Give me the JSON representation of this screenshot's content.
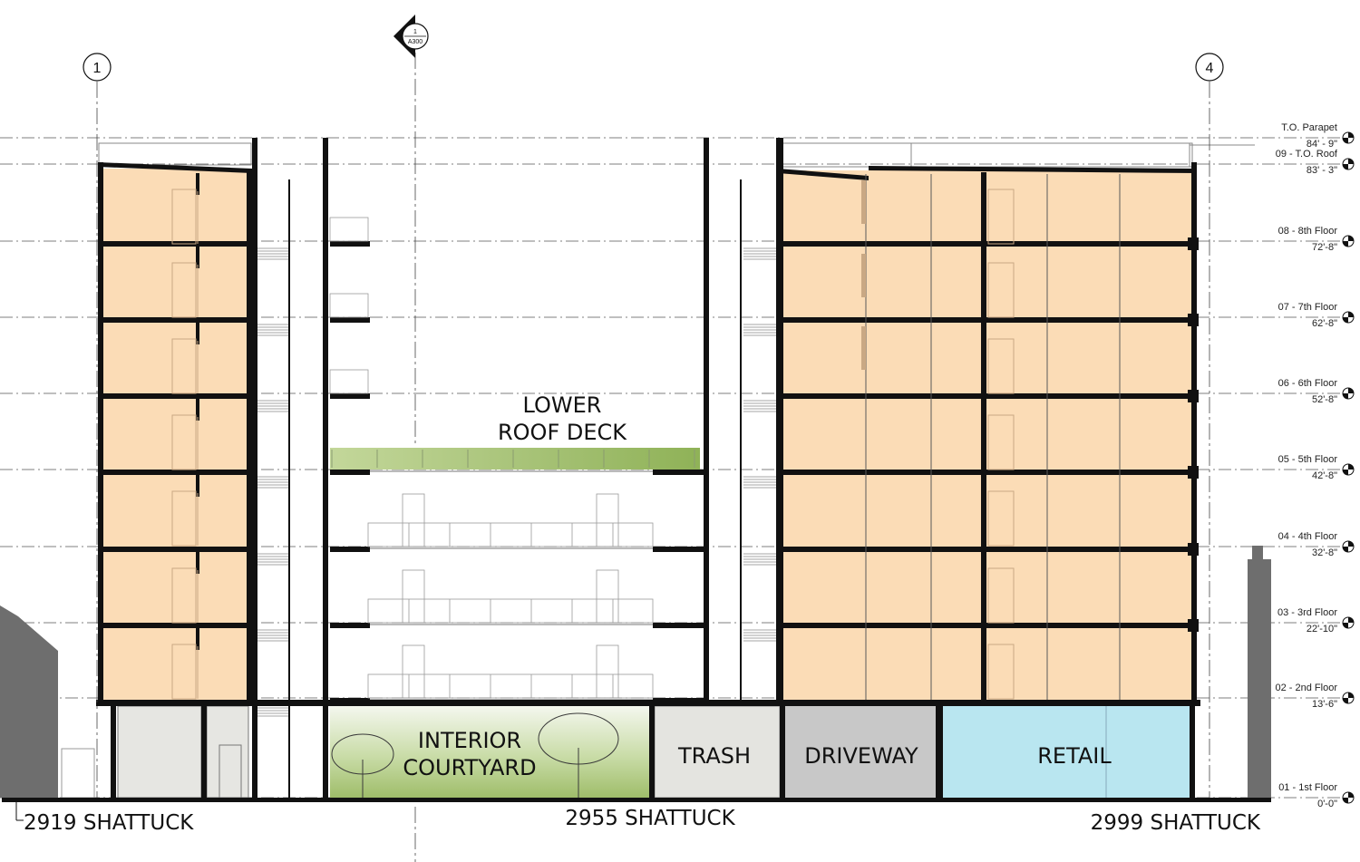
{
  "grid_markers": [
    {
      "id": "1",
      "label": "1"
    },
    {
      "id": "4",
      "label": "4"
    }
  ],
  "section_marker": {
    "number": "1",
    "sheet": "A300"
  },
  "spaces": {
    "lower_roof_deck": [
      "LOWER",
      "ROOF DECK"
    ],
    "interior_courtyard": [
      "INTERIOR",
      "COURTYARD"
    ],
    "trash": "TRASH",
    "driveway": "DRIVEWAY",
    "retail": "RETAIL"
  },
  "addresses": {
    "left": "2919 SHATTUCK",
    "center": "2955 SHATTUCK",
    "right": "2999 SHATTUCK"
  },
  "levels": [
    {
      "name": "T.O. Parapet",
      "elevation": "84' - 9\""
    },
    {
      "name": "09 - T.O. Roof",
      "elevation": "83' - 3\""
    },
    {
      "name": "08 - 8th Floor",
      "elevation": "72'-8\""
    },
    {
      "name": "07 - 7th Floor",
      "elevation": "62'-8\""
    },
    {
      "name": "06 - 6th Floor",
      "elevation": "52'-8\""
    },
    {
      "name": "05 - 5th Floor",
      "elevation": "42'-8\""
    },
    {
      "name": "04 - 4th Floor",
      "elevation": "32'-8\""
    },
    {
      "name": "03 - 3rd Floor",
      "elevation": "22'-10\""
    },
    {
      "name": "02 - 2nd Floor",
      "elevation": "13'-6\""
    },
    {
      "name": "01 - 1st Floor",
      "elevation": "0'-0\""
    }
  ],
  "colors": {
    "unit_fill": "#fbdcb6",
    "retail_fill": "#b9e6f0",
    "driveway_fill": "#c8c8c8",
    "trash_fill": "#e4e4e0",
    "ground_fill": "#e6e6e2",
    "courtyard_fill": "#a9c27c",
    "deck_fill": "#9dbb68",
    "neighbor_fill": "#6e6e6e",
    "structure": "#111111"
  }
}
